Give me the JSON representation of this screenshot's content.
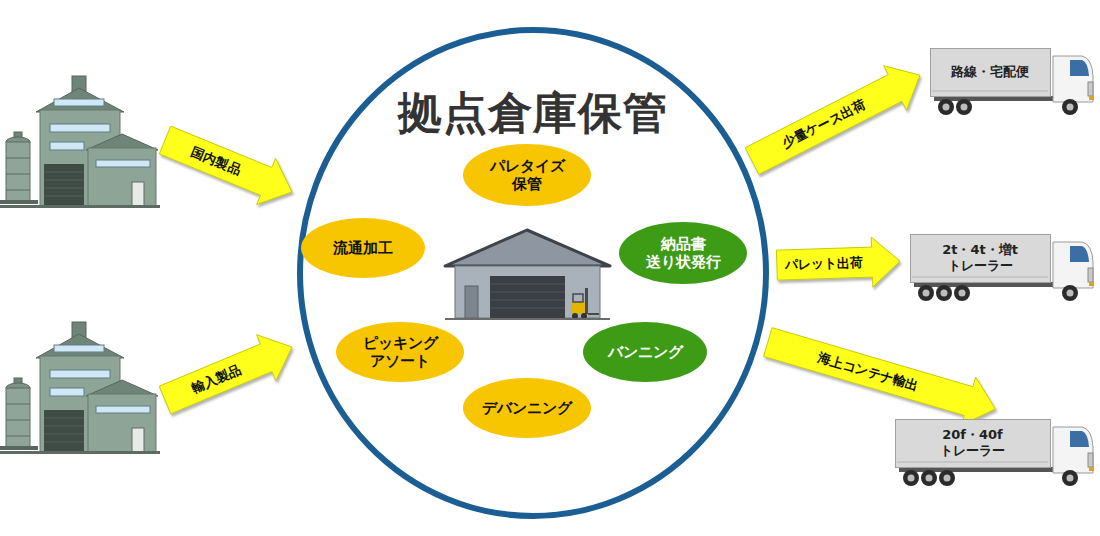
{
  "diagram": {
    "nodes": [
      {
        "text": [
          "拠点倉庫保管"
        ]
      },
      {
        "text": [
          "パレタイズ 保管"
        ],
        "in": 0
      },
      {
        "text": [
          "流通加工"
        ],
        "in": 0
      },
      {
        "text": [
          "納品書 送り状発行"
        ],
        "in": 0
      },
      {
        "text": [
          "ピッキング アソート"
        ],
        "in": 0
      },
      {
        "text": [
          "バンニング"
        ],
        "in": 0
      },
      {
        "text": [
          "デバンニング"
        ],
        "in": 0
      },
      {
        "text": [
          "路線・宅配便"
        ]
      },
      {
        "text": [
          "2t・4t・増t トレーラー"
        ]
      },
      {
        "text": [
          "20f・40f トレーラー"
        ]
      }
    ],
    "edges": [
      {
        "from": 0,
        "to": 7,
        "label": "少量ケース出荷",
        "arrow": "to"
      },
      {
        "from": 0,
        "to": 8,
        "label": "パレット出荷",
        "arrow": "to"
      },
      {
        "from": 0,
        "to": 9,
        "label": "海上コンテナ輸出",
        "arrow": "to"
      }
    ],
    "labels": [
      "国内製品",
      "輸入製品"
    ]
  }
}
